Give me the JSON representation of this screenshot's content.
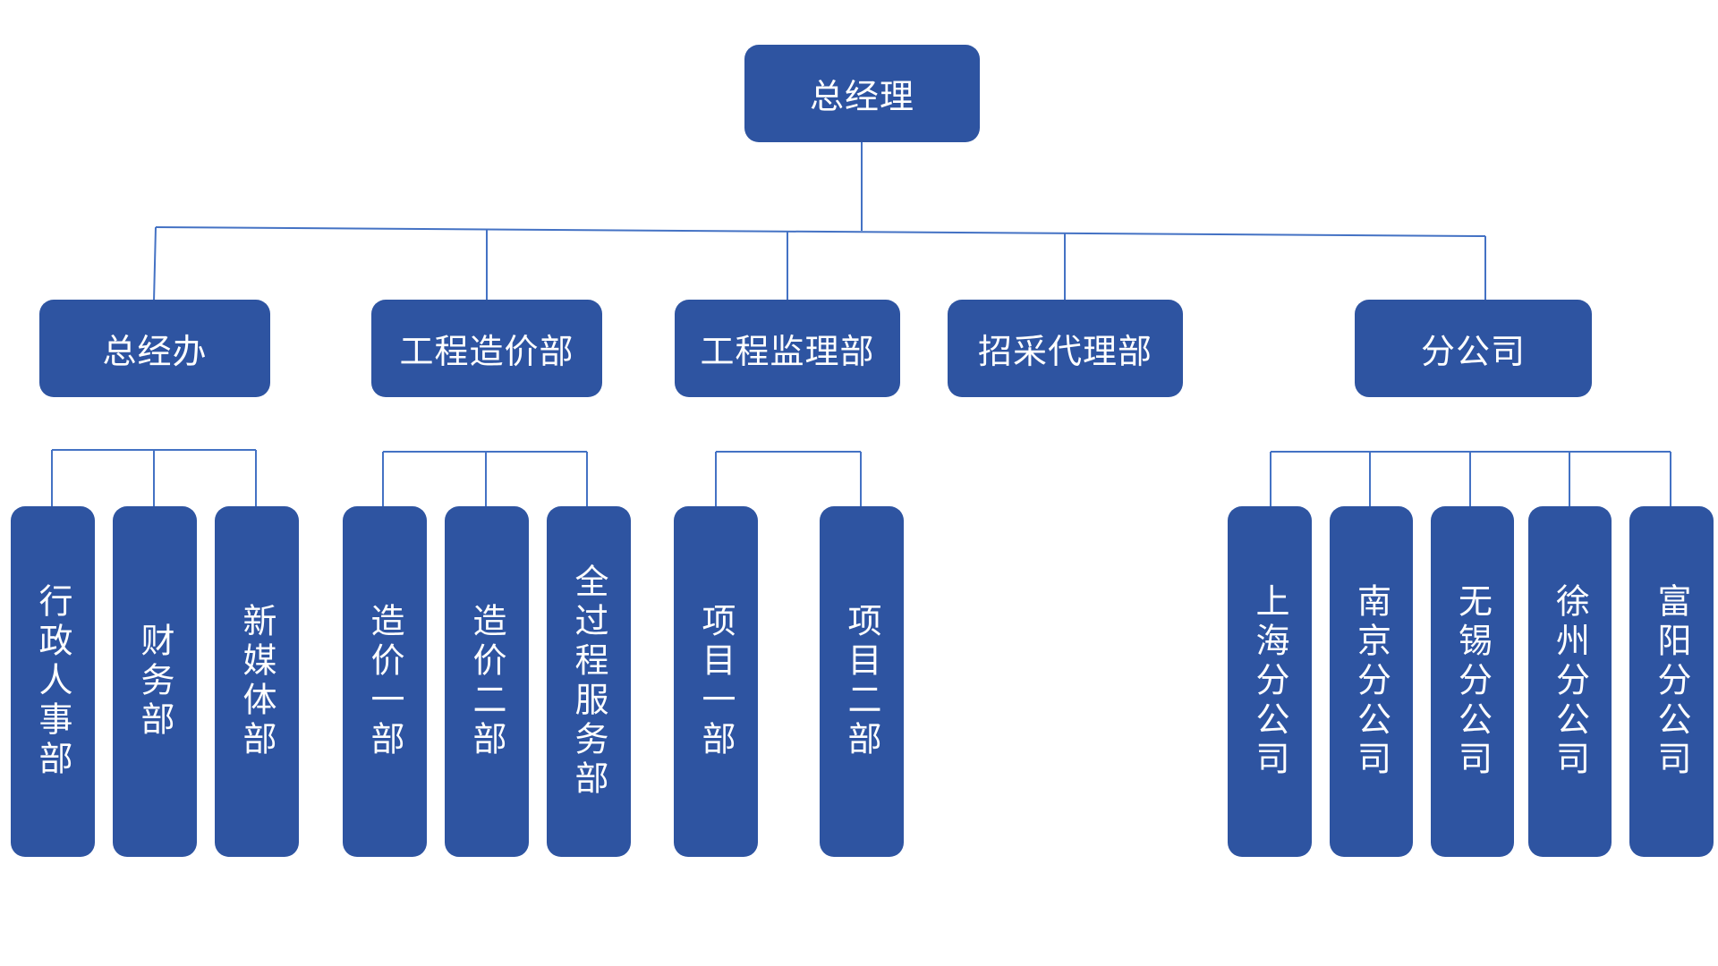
{
  "colors": {
    "node_fill": "#2E54A1",
    "node_text": "#FFFFFF",
    "connector": "#4472C4",
    "background": "#FFFFFF"
  },
  "org": {
    "root": {
      "label": "总经理"
    },
    "departments": [
      {
        "label": "总经办",
        "children": [
          "行政人事部",
          "财务部",
          "新媒体部"
        ]
      },
      {
        "label": "工程造价部",
        "children": [
          "造价一部",
          "造价二部",
          "全过程服务部"
        ]
      },
      {
        "label": "工程监理部",
        "children": [
          "项目一部",
          "项目二部"
        ]
      },
      {
        "label": "招采代理部",
        "children": []
      },
      {
        "label": "分公司",
        "children": [
          "上海分公司",
          "南京分公司",
          "无锡分公司",
          "徐州分公司",
          "富阳分公司"
        ]
      }
    ]
  }
}
